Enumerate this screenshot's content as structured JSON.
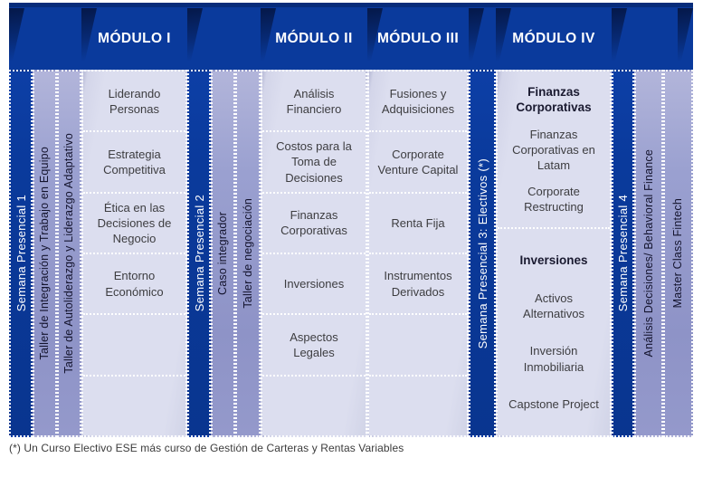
{
  "diagram": {
    "modules": [
      {
        "title": "MÓDULO I",
        "items": [
          "Liderando Personas",
          "Estrategia Competitiva",
          "Ética en las Decisiones de Negocio",
          "Entorno Económico",
          "",
          ""
        ]
      },
      {
        "title": "MÓDULO II",
        "items": [
          "Análisis Financiero",
          "Costos para la Toma de Decisiones",
          "Finanzas Corporativas",
          "Inversiones",
          "Aspectos Legales",
          ""
        ]
      },
      {
        "title": "MÓDULO III",
        "items": [
          "Fusiones y Adquisiciones",
          "Corporate Venture Capital",
          "Renta Fija",
          "Instrumentos Derivados",
          "",
          ""
        ]
      },
      {
        "title": "MÓDULO IV",
        "groups": [
          {
            "heading": "Finanzas Corporativas",
            "items": [
              "Finanzas Corporativas en Latam",
              "Corporate Restructing"
            ]
          },
          {
            "heading": "Inversiones",
            "items": [
              "Activos Alternativos",
              "Inversión Inmobiliaria",
              "Capstone Project"
            ]
          }
        ]
      }
    ],
    "weeks": [
      {
        "label": "Semana Presencial 1"
      },
      {
        "label": "Semana Presencial 2"
      },
      {
        "label": "Semana Presencial 3: Electivos (*)"
      },
      {
        "label": "Semana Presencial 4"
      }
    ],
    "workshops": [
      {
        "label": "Taller de Integración y Trabajo en Equipo"
      },
      {
        "label": "Taller de Autoliderazgo y Liderazgo Adaptativo"
      },
      {
        "label": "Caso integrador"
      },
      {
        "label": "Taller de negociación"
      },
      {
        "label": "Análisis Decisiones/ Behavioral Finance"
      },
      {
        "label": "Master Class Fintech"
      }
    ],
    "footnote": "(*) Un Curso Electivo ESE más curso de Gestión de Carteras y Rentas Variables",
    "colors": {
      "dark_blue": "#0a3a9c",
      "dark_blue_edge": "#072c7a",
      "purple_strip": "#9499cb",
      "lavender_column": "#dcdeef",
      "text_dark": "#3d3d40",
      "separator_white": "#ffffff"
    }
  }
}
